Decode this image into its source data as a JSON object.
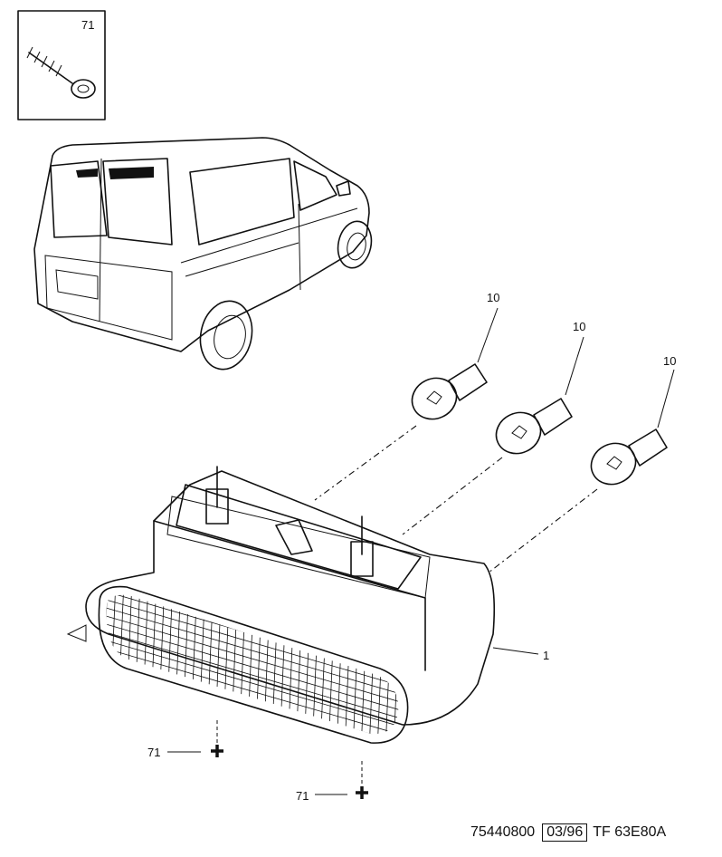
{
  "callouts": {
    "screw_box_label": "71",
    "bulb_label_1": "10",
    "bulb_label_2": "10",
    "bulb_label_3": "10",
    "lamp_label": "1",
    "fixing_label_1": "71",
    "fixing_label_2": "71"
  },
  "footer": {
    "part_number": "75440800",
    "date_code": "03/96",
    "ref_code": "TF 63E80A"
  }
}
